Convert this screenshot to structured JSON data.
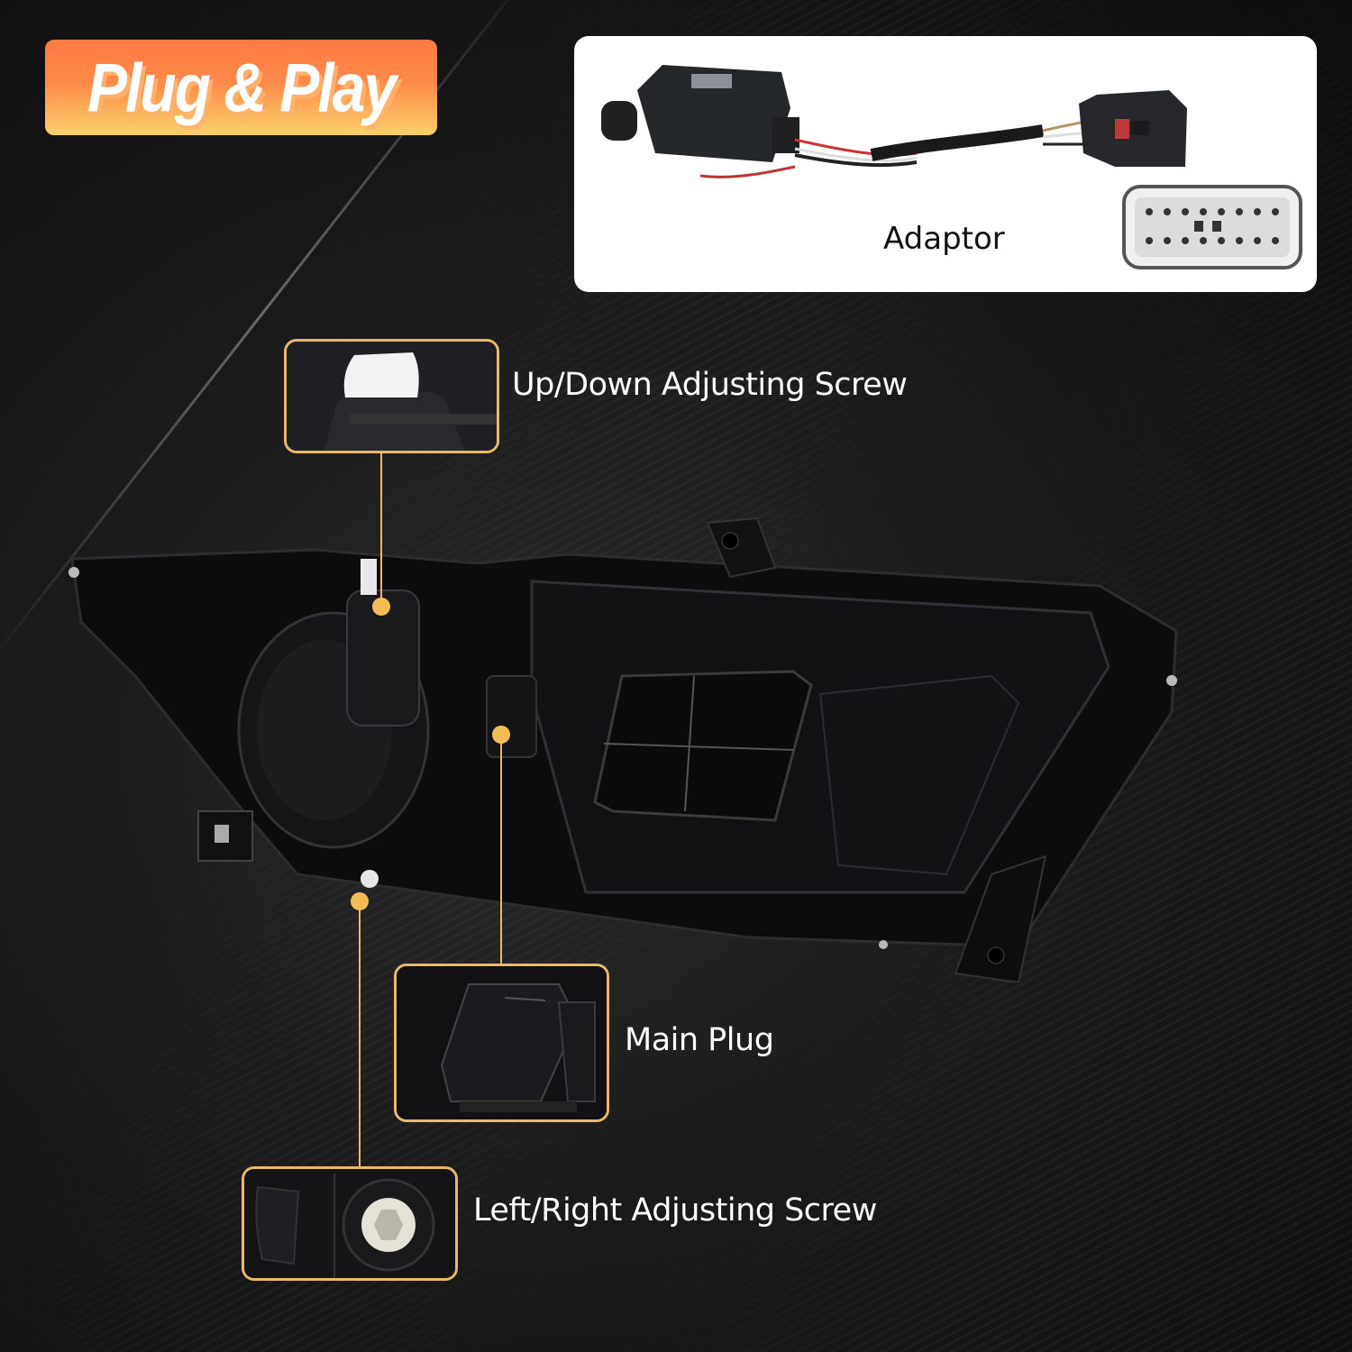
{
  "badge": {
    "title": "Plug & Play",
    "gradient_top": "#ff7a45",
    "gradient_bottom": "#fbd16b"
  },
  "adaptor_panel": {
    "label": "Adaptor",
    "image_description": "Wiring harness adaptor with two connectors and close-up of connector pin face"
  },
  "product": {
    "image_description": "Rear view of black headlight housing assembly"
  },
  "callouts": [
    {
      "id": "up-down",
      "label": "Up/Down Adjusting Screw"
    },
    {
      "id": "main-plug",
      "label": "Main Plug"
    },
    {
      "id": "left-right",
      "label": "Left/Right Adjusting Screw"
    }
  ],
  "colors": {
    "accent_gold": "#e8b968",
    "dot": "#f3bd55",
    "background": "#141414"
  }
}
